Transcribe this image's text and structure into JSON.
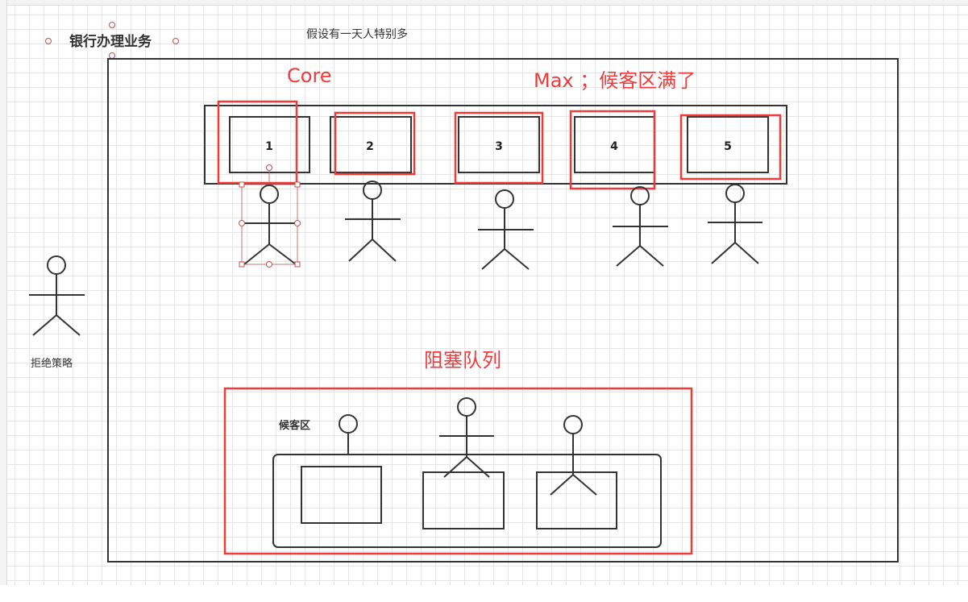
{
  "title": "银行办理业务",
  "note": "假设有一天人特别多",
  "labels": {
    "core": "Core",
    "max": "Max ；候客区满了",
    "queue": "阻塞队列",
    "waiting_area": "候客区",
    "reject": "拒绝策略"
  },
  "windows": [
    "1",
    "2",
    "3",
    "4",
    "5"
  ],
  "colors": {
    "highlight": "#ef3b3b",
    "stroke": "#333333",
    "selection": "#c0504d",
    "grid": "#e6e6e6"
  }
}
